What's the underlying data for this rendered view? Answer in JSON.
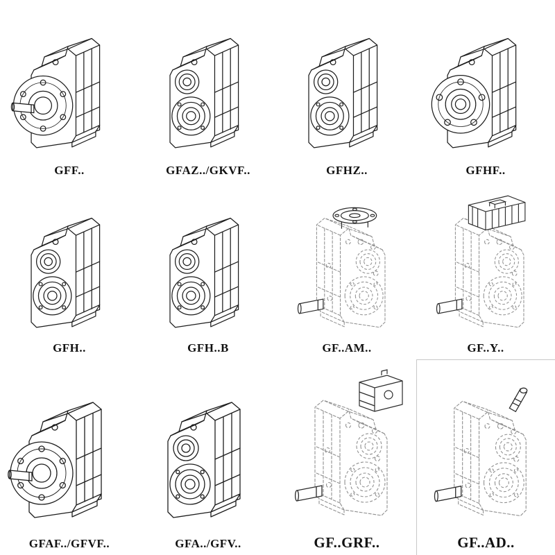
{
  "page": {
    "background": "#ffffff",
    "description": "Gear reducer model variants catalog grid"
  },
  "drawing_style": {
    "solid_stroke": "#1c1c1c",
    "dashed_stroke": "#8f8f8f"
  },
  "grid": {
    "columns": 4,
    "rows": 3,
    "cells": [
      {
        "label": "GFF..",
        "drawing": "parallel-shaft-gearbox-flange-shaft"
      },
      {
        "label": "GFAZ../GKVF..",
        "drawing": "parallel-shaft-gearbox-hollow-bore"
      },
      {
        "label": "GFHZ..",
        "drawing": "parallel-shaft-gearbox-hollow-bore"
      },
      {
        "label": "GFHF..",
        "drawing": "parallel-shaft-gearbox-flange-hollow"
      },
      {
        "label": "GFH..",
        "drawing": "parallel-shaft-gearbox-hollow-bore"
      },
      {
        "label": "GFH..B",
        "drawing": "parallel-shaft-gearbox-hollow-bore-foot"
      },
      {
        "label": "GF..AM..",
        "drawing": "gearbox-phantom-with-motor-adapter-flange"
      },
      {
        "label": "GF..Y..",
        "drawing": "gearbox-phantom-with-mounted-motor"
      },
      {
        "label": "GFAF../GFVF..",
        "drawing": "parallel-shaft-gearbox-flange-shaft"
      },
      {
        "label": "GFA../GFV..",
        "drawing": "parallel-shaft-gearbox-hollow-bore"
      },
      {
        "label": "GF..GRF..",
        "drawing": "gearbox-phantom-with-primary-gear-unit"
      },
      {
        "label": "GF..AD..",
        "drawing": "gearbox-phantom-with-input-shaft-adapter"
      }
    ]
  }
}
